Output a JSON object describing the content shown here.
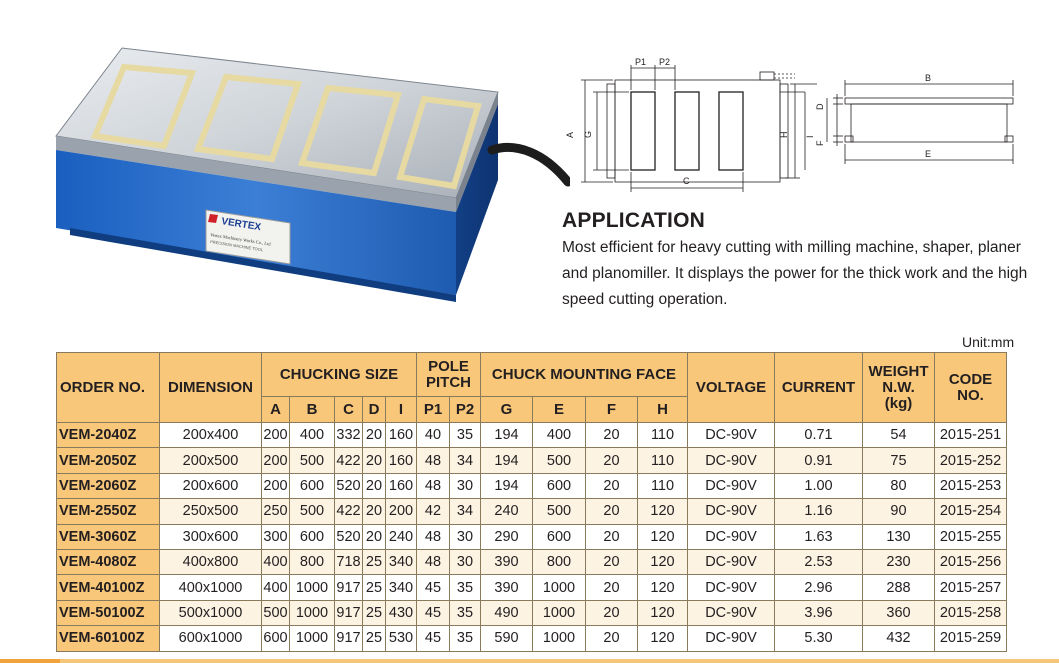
{
  "application": {
    "title": "APPLICATION",
    "text": "Most efficient for heavy cutting with milling machine, shaper, planer and planomiller. It displays the power for the thick work and the high speed cutting operation."
  },
  "unit": "Unit:mm",
  "brand": {
    "logo_text": "VERTEX",
    "plate_line1": "Vertex Machinery Works Co., Ltd",
    "plate_line2": "PRECISION MACHINE TOOL"
  },
  "diagram_labels": {
    "P1": "P1",
    "P2": "P2",
    "A": "A",
    "G": "G",
    "C": "C",
    "H": "H",
    "I": "I",
    "B": "B",
    "D": "D",
    "F": "F",
    "E": "E"
  },
  "table": {
    "headers": {
      "order_no": "ORDER NO.",
      "dimension": "DIMENSION",
      "chucking_size": "CHUCKING SIZE",
      "pole_pitch_1": "POLE",
      "pole_pitch_2": "PITCH",
      "mounting_face": "CHUCK MOUNTING FACE",
      "voltage": "VOLTAGE",
      "current": "CURRENT",
      "weight_1": "WEIGHT",
      "weight_2": "N.W.",
      "weight_3": "(kg)",
      "code_1": "CODE",
      "code_2": "NO."
    },
    "sub_headers": [
      "A",
      "B",
      "C",
      "D",
      "I",
      "P1",
      "P2",
      "G",
      "E",
      "F",
      "H"
    ],
    "rows": [
      [
        "VEM-2040Z",
        "200x400",
        "200",
        "400",
        "332",
        "20",
        "160",
        "40",
        "35",
        "194",
        "400",
        "20",
        "110",
        "DC-90V",
        "0.71",
        "54",
        "2015-251"
      ],
      [
        "VEM-2050Z",
        "200x500",
        "200",
        "500",
        "422",
        "20",
        "160",
        "48",
        "34",
        "194",
        "500",
        "20",
        "110",
        "DC-90V",
        "0.91",
        "75",
        "2015-252"
      ],
      [
        "VEM-2060Z",
        "200x600",
        "200",
        "600",
        "520",
        "20",
        "160",
        "48",
        "30",
        "194",
        "600",
        "20",
        "110",
        "DC-90V",
        "1.00",
        "80",
        "2015-253"
      ],
      [
        "VEM-2550Z",
        "250x500",
        "250",
        "500",
        "422",
        "20",
        "200",
        "42",
        "34",
        "240",
        "500",
        "20",
        "120",
        "DC-90V",
        "1.16",
        "90",
        "2015-254"
      ],
      [
        "VEM-3060Z",
        "300x600",
        "300",
        "600",
        "520",
        "20",
        "240",
        "48",
        "30",
        "290",
        "600",
        "20",
        "120",
        "DC-90V",
        "1.63",
        "130",
        "2015-255"
      ],
      [
        "VEM-4080Z",
        "400x800",
        "400",
        "800",
        "718",
        "25",
        "340",
        "48",
        "30",
        "390",
        "800",
        "20",
        "120",
        "DC-90V",
        "2.53",
        "230",
        "2015-256"
      ],
      [
        "VEM-40100Z",
        "400x1000",
        "400",
        "1000",
        "917",
        "25",
        "340",
        "45",
        "35",
        "390",
        "1000",
        "20",
        "120",
        "DC-90V",
        "2.96",
        "288",
        "2015-257"
      ],
      [
        "VEM-50100Z",
        "500x1000",
        "500",
        "1000",
        "917",
        "25",
        "430",
        "45",
        "35",
        "490",
        "1000",
        "20",
        "120",
        "DC-90V",
        "3.96",
        "360",
        "2015-258"
      ],
      [
        "VEM-60100Z",
        "600x1000",
        "600",
        "1000",
        "917",
        "25",
        "530",
        "45",
        "35",
        "590",
        "1000",
        "20",
        "120",
        "DC-90V",
        "5.30",
        "432",
        "2015-259"
      ]
    ]
  }
}
